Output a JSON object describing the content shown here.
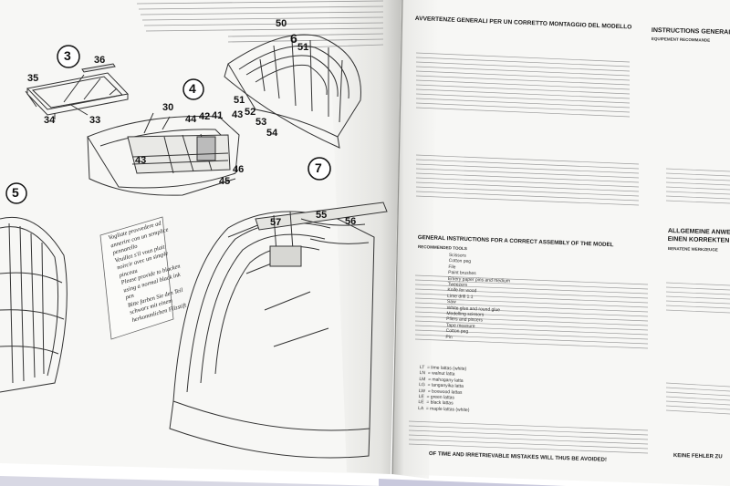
{
  "page": {
    "colors": {
      "paper": "#f7f7f5",
      "paper_shadow": "#d9d9d6",
      "ink": "#1a1a1a",
      "lines": "#555555",
      "background": "#ffffff"
    }
  },
  "left_page": {
    "step_numbers": [
      "3",
      "4",
      "5",
      "6",
      "7"
    ],
    "part_numbers_step3": [
      "36",
      "35",
      "34",
      "33"
    ],
    "part_numbers_step4": [
      "30",
      "44",
      "42",
      "41",
      "43",
      "43",
      "46",
      "45"
    ],
    "part_numbers_step6": [
      "50",
      "51",
      "51",
      "52",
      "53",
      "54"
    ],
    "part_numbers_step7": [
      "57",
      "55",
      "56"
    ],
    "handwritten_note": "Vogliate provvedere ad\nannerire con un semplice\npennarello\nVeuillez s'il vous plait\nnoircir avec un simple\npinceau\nPlease provide to blacken\nusing a normal black ink\npen\nBitte farben Sie den Teil\nschwarz mit einem\nherkommlichen Filzstift"
  },
  "right_page": {
    "heading_it": "AVVERTENZE GENERALI PER UN CORRETTO MONTAGGIO DEL MODELLO",
    "heading_fr": "INSTRUCTIONS GENERALES",
    "subheading_fr": "EQUIPEMENT RECOMMANDE",
    "heading_en": "GENERAL INSTRUCTIONS FOR A CORRECT ASSEMBLY OF THE MODEL",
    "subheading_en": "RECOMMENDED TOOLS",
    "heading_de": "ALLGEMEINE ANWE\nEINEN KORREKTEN",
    "subheading_de": "BENATENE WERKZEUGE",
    "tools_list": "Scissors\nCotton peg\nFile\nPaint brushes\nEmery paper pins and medium\nTweezers\nKnife for wood\nLime drill 1.1\nSaw\nWhite glue and round glue\nModelling scissors\nPliers and pincers\nTape measure\nCotton peg\nPin",
    "materials_list": "LT  = lime lattas (white)\nLN  = walnut latta\nLM  = mahogany latta\nLG  = tanganyika latta\nLW  = boxwood lattas\nLE  = green lattas\nLE  = black lattas\nLA  = maple lattas (white)",
    "footer_en": "OF TIME AND IRRETRIEVABLE MISTAKES WILL THUS BE AVOIDED!",
    "footer_de": "KEINE FEHLER ZU"
  }
}
